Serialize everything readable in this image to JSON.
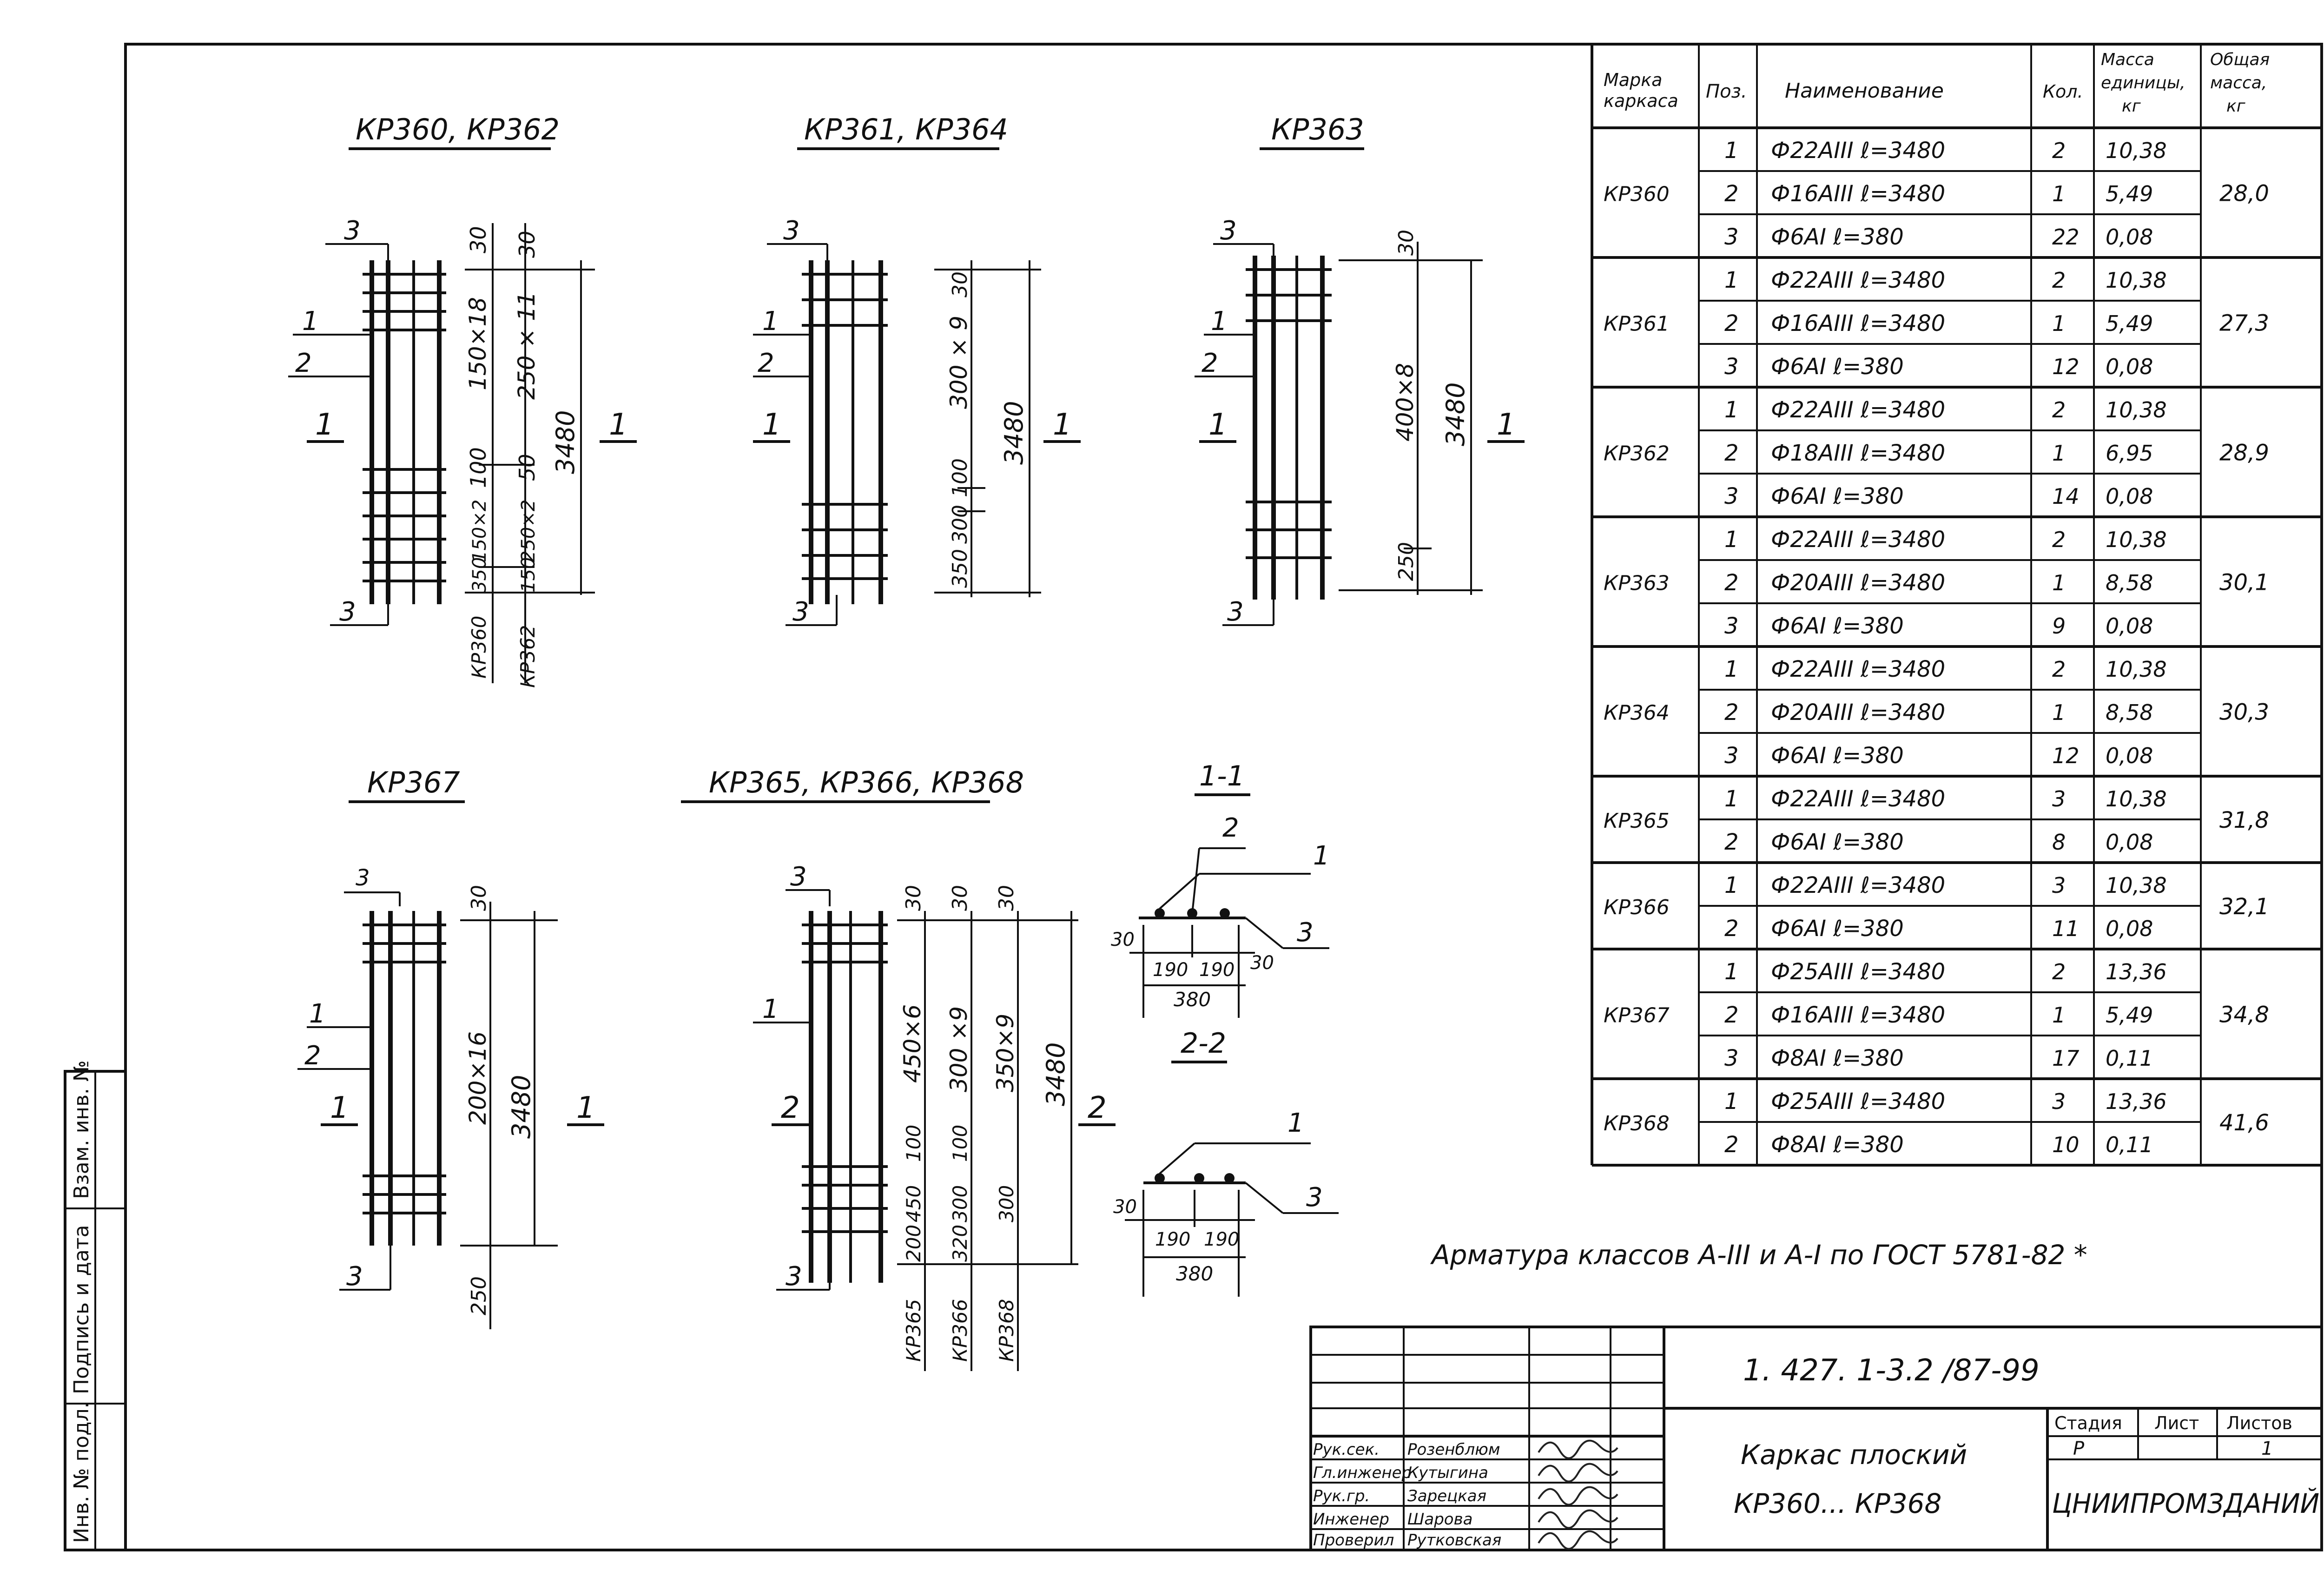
{
  "views": {
    "kp360_362": {
      "title": "КР360, КР362",
      "leader_3_top": "3",
      "leader_1": "1",
      "leader_2": "2",
      "section_1": "1",
      "leader_3_bottom": "3",
      "dims": {
        "top1": "30",
        "top2": "30",
        "upper_a": "150×18",
        "upper_b": "250 × 11",
        "mid_a": "100",
        "mid_b": "50",
        "overall": "3480",
        "low_a": "150×2",
        "low_b": "250×2",
        "bot_a": "350",
        "bot_b": "150",
        "mark_a": "КР360",
        "mark_b": "КР362"
      }
    },
    "kp361_364": {
      "title": "КР361, КР364",
      "leader_3_top": "3",
      "leader_1": "1",
      "leader_2": "2",
      "section_1": "1",
      "leader_3_bottom": "3",
      "dims": {
        "top": "30",
        "upper": "300 × 9",
        "mid": "100",
        "low": "300",
        "bot": "350",
        "overall": "3480"
      }
    },
    "kp363": {
      "title": "КР363",
      "leader_3_top": "3",
      "leader_1": "1",
      "leader_2": "2",
      "section_1": "1",
      "leader_3_bottom": "3",
      "dims": {
        "top": "30",
        "upper": "400×8",
        "overall": "3480",
        "bot": "250"
      }
    },
    "kp367": {
      "title": "КР367",
      "leader_3_top": "3",
      "leader_1": "1",
      "leader_2": "2",
      "section_1": "1",
      "leader_3_bottom": "3",
      "dims": {
        "top": "30",
        "upper": "200×16",
        "overall": "3480",
        "bot": "250"
      }
    },
    "kp365_366_368": {
      "title": "КР365, КР366, КР368",
      "leader_3_top": "3",
      "leader_1": "1",
      "section_2": "2",
      "leader_3_bottom": "3",
      "dims": {
        "top_a": "30",
        "top_b": "30",
        "top_c": "30",
        "upper_a": "450×6",
        "upper_b": "300 ×9",
        "upper_c": "350×9",
        "overall": "3480",
        "mid_a": "100",
        "mid_b": "100",
        "low_a": "450",
        "low_b": "300",
        "low_c": "300",
        "bot_a": "200",
        "bot_b": "320",
        "mark_a": "КР365",
        "mark_b": "КР366",
        "mark_c": "КР368"
      }
    },
    "section_1_1": {
      "title": "1-1",
      "leader_2": "2",
      "leader_1": "1",
      "leader_3": "3",
      "dim_left": "30",
      "dim_a": "190",
      "dim_b": "190",
      "dim_right": "30",
      "dim_total": "380"
    },
    "section_2_2": {
      "title": "2-2",
      "leader_1": "1",
      "leader_3": "3",
      "dim_left": "30",
      "dim_a": "190",
      "dim_b": "190",
      "dim_total": "380"
    }
  },
  "spec_table": {
    "headers": {
      "mark": "Марка каркаса",
      "pos": "Поз.",
      "name": "Наименование",
      "qty": "Кол.",
      "unit_mass": "Масса единицы, кг",
      "total_mass": "Общая масса, кг"
    },
    "groups": [
      {
        "mark": "КР360",
        "total": "28,0",
        "rows": [
          {
            "pos": "1",
            "name": "Ф22АIII  ℓ=3480",
            "qty": "2",
            "mass": "10,38"
          },
          {
            "pos": "2",
            "name": "Ф16АIII  ℓ=3480",
            "qty": "1",
            "mass": "5,49"
          },
          {
            "pos": "3",
            "name": "Ф6АI  ℓ=380",
            "qty": "22",
            "mass": "0,08"
          }
        ]
      },
      {
        "mark": "КР361",
        "total": "27,3",
        "rows": [
          {
            "pos": "1",
            "name": "Ф22АIII  ℓ=3480",
            "qty": "2",
            "mass": "10,38"
          },
          {
            "pos": "2",
            "name": "Ф16АIII  ℓ=3480",
            "qty": "1",
            "mass": "5,49"
          },
          {
            "pos": "3",
            "name": "Ф6АI  ℓ=380",
            "qty": "12",
            "mass": "0,08"
          }
        ]
      },
      {
        "mark": "КР362",
        "total": "28,9",
        "rows": [
          {
            "pos": "1",
            "name": "Ф22АIII  ℓ=3480",
            "qty": "2",
            "mass": "10,38"
          },
          {
            "pos": "2",
            "name": "Ф18АIII  ℓ=3480",
            "qty": "1",
            "mass": "6,95"
          },
          {
            "pos": "3",
            "name": "Ф6АI  ℓ=380",
            "qty": "14",
            "mass": "0,08"
          }
        ]
      },
      {
        "mark": "КР363",
        "total": "30,1",
        "rows": [
          {
            "pos": "1",
            "name": "Ф22АIII  ℓ=3480",
            "qty": "2",
            "mass": "10,38"
          },
          {
            "pos": "2",
            "name": "Ф20АIII  ℓ=3480",
            "qty": "1",
            "mass": "8,58"
          },
          {
            "pos": "3",
            "name": "Ф6АI  ℓ=380",
            "qty": "9",
            "mass": "0,08"
          }
        ]
      },
      {
        "mark": "КР364",
        "total": "30,3",
        "rows": [
          {
            "pos": "1",
            "name": "Ф22АIII  ℓ=3480",
            "qty": "2",
            "mass": "10,38"
          },
          {
            "pos": "2",
            "name": "Ф20АIII  ℓ=3480",
            "qty": "1",
            "mass": "8,58"
          },
          {
            "pos": "3",
            "name": "Ф6АI  ℓ=380",
            "qty": "12",
            "mass": "0,08"
          }
        ]
      },
      {
        "mark": "КР365",
        "total": "31,8",
        "rows": [
          {
            "pos": "1",
            "name": "Ф22АIII  ℓ=3480",
            "qty": "3",
            "mass": "10,38"
          },
          {
            "pos": "2",
            "name": "Ф6АI  ℓ=380",
            "qty": "8",
            "mass": "0,08"
          }
        ]
      },
      {
        "mark": "КР366",
        "total": "32,1",
        "rows": [
          {
            "pos": "1",
            "name": "Ф22АIII  ℓ=3480",
            "qty": "3",
            "mass": "10,38"
          },
          {
            "pos": "2",
            "name": "Ф6АI  ℓ=380",
            "qty": "11",
            "mass": "0,08"
          }
        ]
      },
      {
        "mark": "КР367",
        "total": "34,8",
        "rows": [
          {
            "pos": "1",
            "name": "Ф25АIII  ℓ=3480",
            "qty": "2",
            "mass": "13,36"
          },
          {
            "pos": "2",
            "name": "Ф16АIII  ℓ=3480",
            "qty": "1",
            "mass": "5,49"
          },
          {
            "pos": "3",
            "name": "Ф8АI  ℓ=380",
            "qty": "17",
            "mass": "0,11"
          }
        ]
      },
      {
        "mark": "КР368",
        "total": "41,6",
        "rows": [
          {
            "pos": "1",
            "name": "Ф25АIII  ℓ=3480",
            "qty": "3",
            "mass": "13,36"
          },
          {
            "pos": "2",
            "name": "Ф8АI  ℓ=380",
            "qty": "10",
            "mass": "0,11"
          }
        ]
      }
    ]
  },
  "note": "Арматура классов А-III и А-I по ГОСТ 5781-82 *",
  "title_block": {
    "doc_code": "1. 427. 1-3.2 /87-99",
    "title_line1": "Каркас плоский",
    "title_line2": "КР360... КР368",
    "stage_label": "Стадия",
    "sheet_label": "Лист",
    "sheets_label": "Листов",
    "stage": "Р",
    "sheet": "",
    "sheets": "1",
    "org": "ЦНИИПРОМЗДАНИЙ",
    "signatures": [
      {
        "role": "Рук.сек.",
        "name": "Розенблюм"
      },
      {
        "role": "Гл.инженер",
        "name": "Кутыгина"
      },
      {
        "role": "Рук.гр.",
        "name": "Зарецкая"
      },
      {
        "role": "Инженер",
        "name": "Шарова"
      },
      {
        "role": "Проверил",
        "name": "Рутковская"
      }
    ]
  },
  "side_stamp": {
    "labels": [
      "Инв. № подл.",
      "Подпись и дата",
      "Взам. инв. №"
    ]
  }
}
